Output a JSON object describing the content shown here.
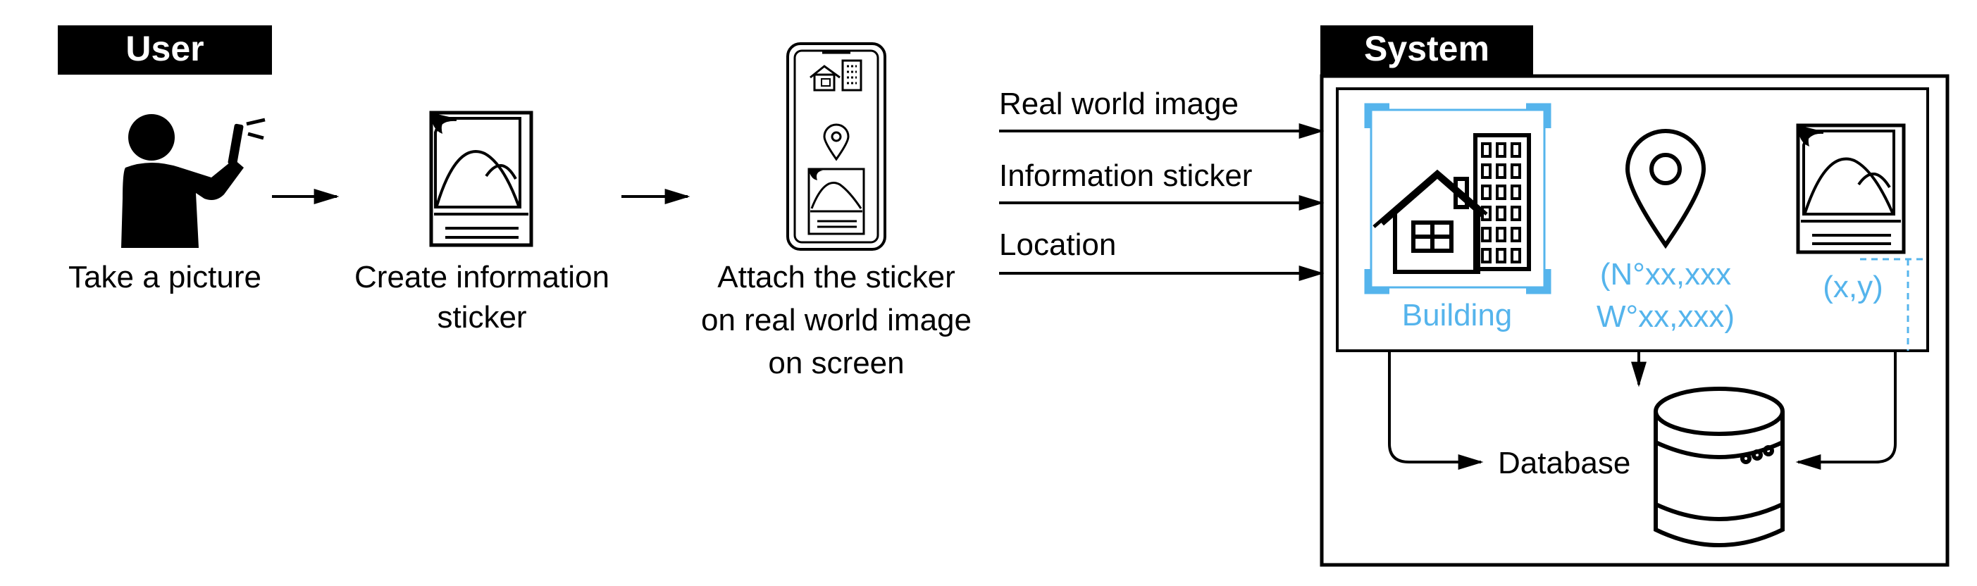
{
  "user_section": {
    "header": "User",
    "steps": [
      {
        "lines": [
          "Take a picture"
        ]
      },
      {
        "lines": [
          "Create information",
          "sticker"
        ]
      },
      {
        "lines": [
          "Attach the sticker",
          "on real world image",
          "on screen"
        ]
      }
    ]
  },
  "inputs": [
    "Real world image",
    "Information sticker",
    "Location"
  ],
  "system_section": {
    "header": "System",
    "building_label": "Building",
    "location_lines": [
      "(N°xx,xxx",
      "W°xx,xxx)"
    ],
    "coordinate_label": "(x,y)",
    "database_label": "Database"
  },
  "colors": {
    "accent": "#55b4ec",
    "ink": "#000000",
    "header_bg": "#000000",
    "header_text": "#ffffff"
  },
  "icons": [
    "person-taking-photo-icon",
    "sticker-icon",
    "phone-icon",
    "house-icon",
    "office-building-icon",
    "location-pin-icon",
    "database-icon"
  ]
}
